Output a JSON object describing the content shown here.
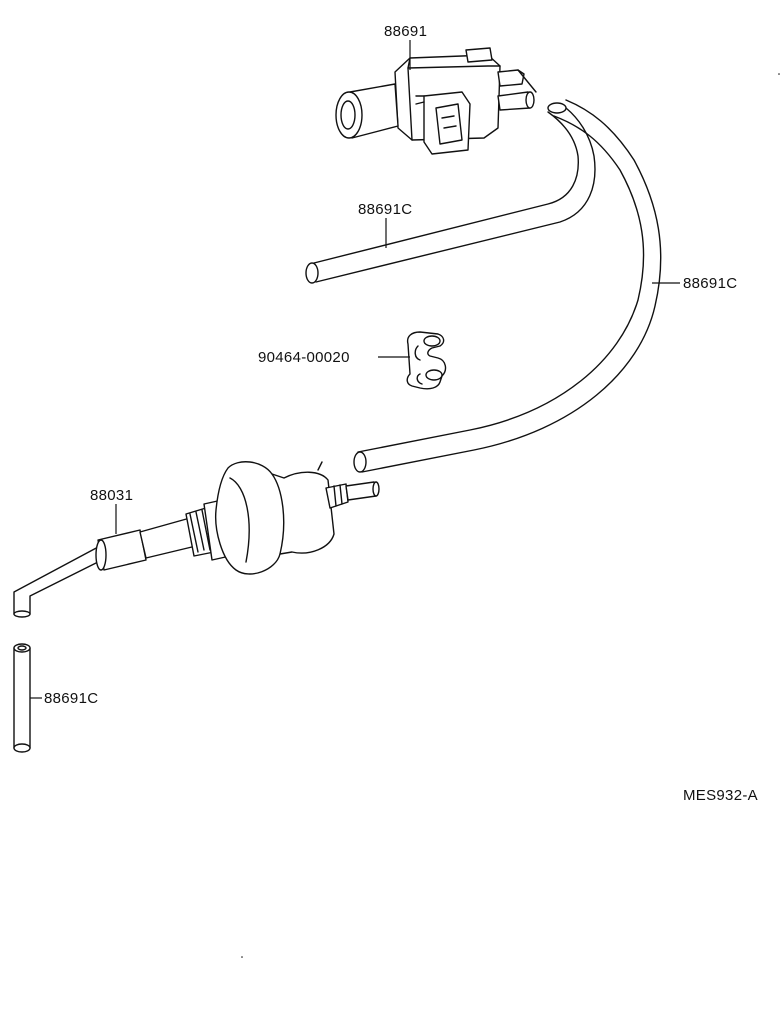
{
  "labels": {
    "vsv": "88691",
    "hose_upper": "88691C",
    "hose_long": "88691C",
    "clamp": "90464-00020",
    "sensor": "88031",
    "hose_short": "88691C",
    "code": "MES932-A"
  }
}
